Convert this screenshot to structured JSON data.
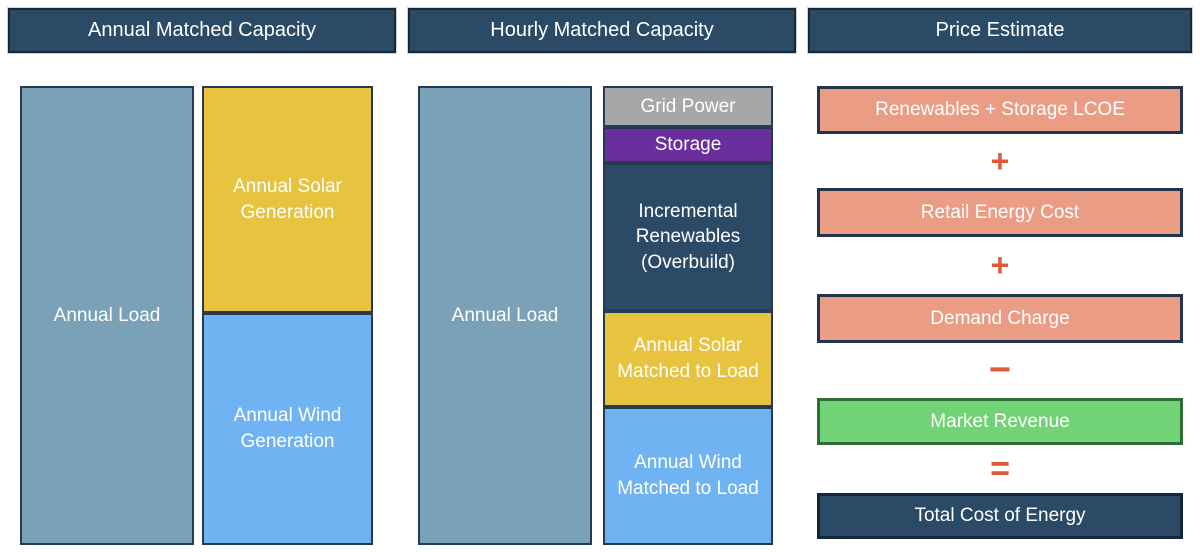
{
  "panels": {
    "annual": {
      "title": "Annual Matched Capacity",
      "load_label": "Annual Load",
      "segments": [
        {
          "label": "Annual Solar Generation",
          "color": "#E8C33F"
        },
        {
          "label": "Annual Wind Generation",
          "color": "#6FB3F2"
        }
      ]
    },
    "hourly": {
      "title": "Hourly Matched Capacity",
      "load_label": "Annual Load",
      "segments": [
        {
          "label": "Grid Power",
          "color": "#A7A7A7"
        },
        {
          "label": "Storage",
          "color": "#6A2F9D"
        },
        {
          "label": "Incremental Renewables (Overbuild)",
          "color": "#2B4A66"
        },
        {
          "label": "Annual Solar Matched to Load",
          "color": "#E8C33F"
        },
        {
          "label": "Annual Wind Matched to Load",
          "color": "#6FB3F2"
        }
      ]
    },
    "price": {
      "title": "Price Estimate",
      "boxes": [
        {
          "label": "Renewables + Storage LCOE",
          "color": "#EA9C84"
        },
        {
          "label": "Retail Energy Cost",
          "color": "#EA9C84"
        },
        {
          "label": "Demand Charge",
          "color": "#EA9C84"
        },
        {
          "label": "Market Revenue",
          "color": "#72D376"
        },
        {
          "label": "Total Cost of Energy",
          "color": "#2B4A66"
        }
      ],
      "operators": [
        "+",
        "+",
        "−",
        "="
      ]
    }
  },
  "colors": {
    "header_navy": "#2B4A66",
    "header_border": "#15283B",
    "load_steel_blue": "#7BA1B8",
    "bar_border": "#263B4F",
    "operator_orange": "#DF5A38",
    "background": "#FFFFFF",
    "text": "#FFFFFF"
  }
}
